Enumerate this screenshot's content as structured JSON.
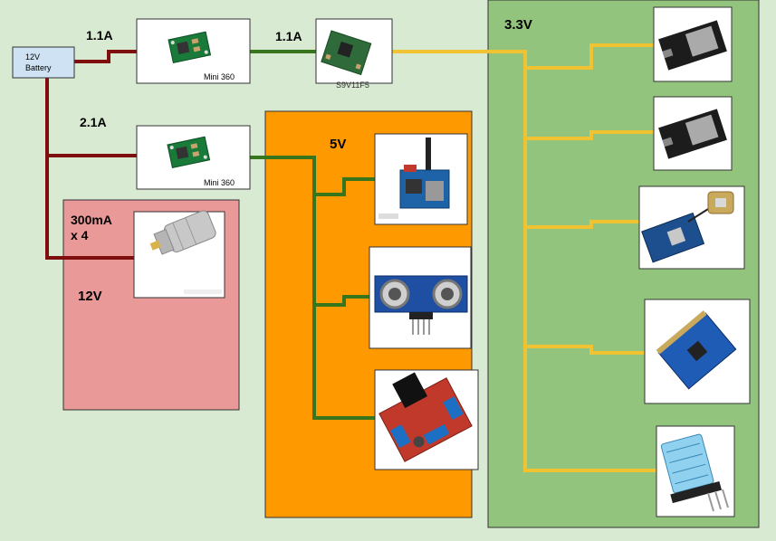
{
  "battery": {
    "line1": "12V",
    "line2": "Battery"
  },
  "regulators": {
    "mini360_top": "Mini 360",
    "mini360_bottom": "Mini 360",
    "s9v11f5": "S9V11F5"
  },
  "currents": {
    "top_input": "1.1A",
    "top_output": "1.1A",
    "bottom_input": "2.1A",
    "motor": "300mA",
    "motor_count": "x 4"
  },
  "zones": {
    "zone_12v": "12V",
    "zone_5v": "5V",
    "zone_3v3": "3.3V"
  },
  "colors": {
    "background": "#d9ead3",
    "zone_12v": "#ea9999",
    "zone_5v": "#ff9900",
    "zone_3v3": "#93c47d",
    "wire_12v": "#7f0f0f",
    "wire_5v": "#38761d",
    "wire_3v3": "#f1c232"
  },
  "components": {
    "motor_5v_12v": "gear-motor",
    "module_5v": [
      "sim800-gsm-module",
      "hc-sr04-ultrasonic-sensor",
      "l298n-motor-driver"
    ],
    "module_3v3": [
      "esp32-board",
      "esp32-board",
      "gps-module",
      "mpu6050-imu",
      "dht11-sensor"
    ]
  }
}
